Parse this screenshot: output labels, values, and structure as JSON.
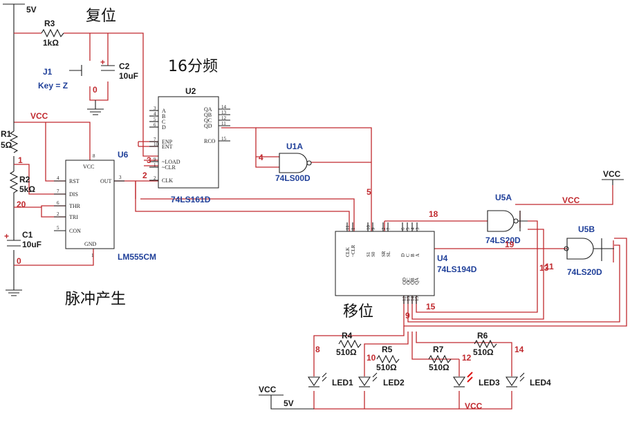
{
  "titles": {
    "reset": "复位",
    "divide": "16分频",
    "pulse": "脉冲产生",
    "shift": "移位"
  },
  "power": {
    "top_5v": "5V",
    "bottom_5v": "5V",
    "vcc": "VCC"
  },
  "components": {
    "r1": {
      "ref": "R1",
      "value": "5Ω"
    },
    "r2": {
      "ref": "R2",
      "value": "5kΩ"
    },
    "r3": {
      "ref": "R3",
      "value": "1kΩ"
    },
    "r4": {
      "ref": "R4",
      "value": "510Ω"
    },
    "r5": {
      "ref": "R5",
      "value": "510Ω"
    },
    "r6": {
      "ref": "R6",
      "value": "510Ω"
    },
    "r7": {
      "ref": "R7",
      "value": "510Ω"
    },
    "c1": {
      "ref": "C1",
      "value": "10uF"
    },
    "c2": {
      "ref": "C2",
      "value": "10uF"
    },
    "j1": {
      "ref": "J1",
      "value": "Key = Z"
    },
    "u2": {
      "ref": "U2",
      "part": "74LS161D"
    },
    "u6": {
      "ref": "U6",
      "part": "LM555CM"
    },
    "u4": {
      "ref": "U4",
      "part": "74LS194D"
    },
    "u1a": {
      "ref": "U1A",
      "part": "74LS00D"
    },
    "u5a": {
      "ref": "U5A",
      "part": "74LS20D"
    },
    "u5b": {
      "ref": "U5B",
      "part": "74LS20D"
    },
    "leds": [
      "LED1",
      "LED2",
      "LED3",
      "LED4"
    ]
  },
  "nets": {
    "n0a": "0",
    "n0b": "0",
    "n1": "1",
    "n2": "2",
    "n3": "3",
    "n4": "4",
    "n5": "5",
    "n8": "8",
    "n9": "9",
    "n10": "10",
    "n11": "11",
    "n12": "12",
    "n13": "13",
    "n14": "14",
    "n15": "15",
    "n18": "18",
    "n19": "19",
    "n20": "20"
  },
  "pins": {
    "u2_left": [
      "A",
      "B",
      "C",
      "D",
      "ENP",
      "ENT",
      "~LOAD",
      "~CLR",
      "CLK"
    ],
    "u2_right": [
      "QA",
      "QB",
      "QC",
      "QD",
      "RCO"
    ],
    "u2_left_nums": [
      "3",
      "4",
      "5",
      "6",
      "7",
      "10",
      "9",
      "1",
      "2"
    ],
    "u2_right_nums": [
      "14",
      "13",
      "12",
      "11",
      "15"
    ],
    "u6_left": [
      "RST",
      "DIS",
      "THR",
      "TRI",
      "CON"
    ],
    "u6_left_nums": [
      "4",
      "7",
      "6",
      "2",
      "5"
    ],
    "u6_other": [
      "VCC",
      "OUT",
      "GND"
    ],
    "u6_other_nums": [
      "8",
      "3",
      "1"
    ],
    "u4_top": [
      "CLK",
      "~CLR",
      "S1",
      "S0",
      "SR",
      "SL",
      "D",
      "C",
      "B",
      "A"
    ],
    "u4_top_nums": [
      "11",
      "1",
      "10",
      "9",
      "2",
      "7",
      "6",
      "5",
      "4",
      "3"
    ],
    "u4_bottom": [
      "QD",
      "QC",
      "QB",
      "QA"
    ],
    "u4_bottom_nums": [
      "12",
      "13",
      "14",
      "15"
    ]
  }
}
